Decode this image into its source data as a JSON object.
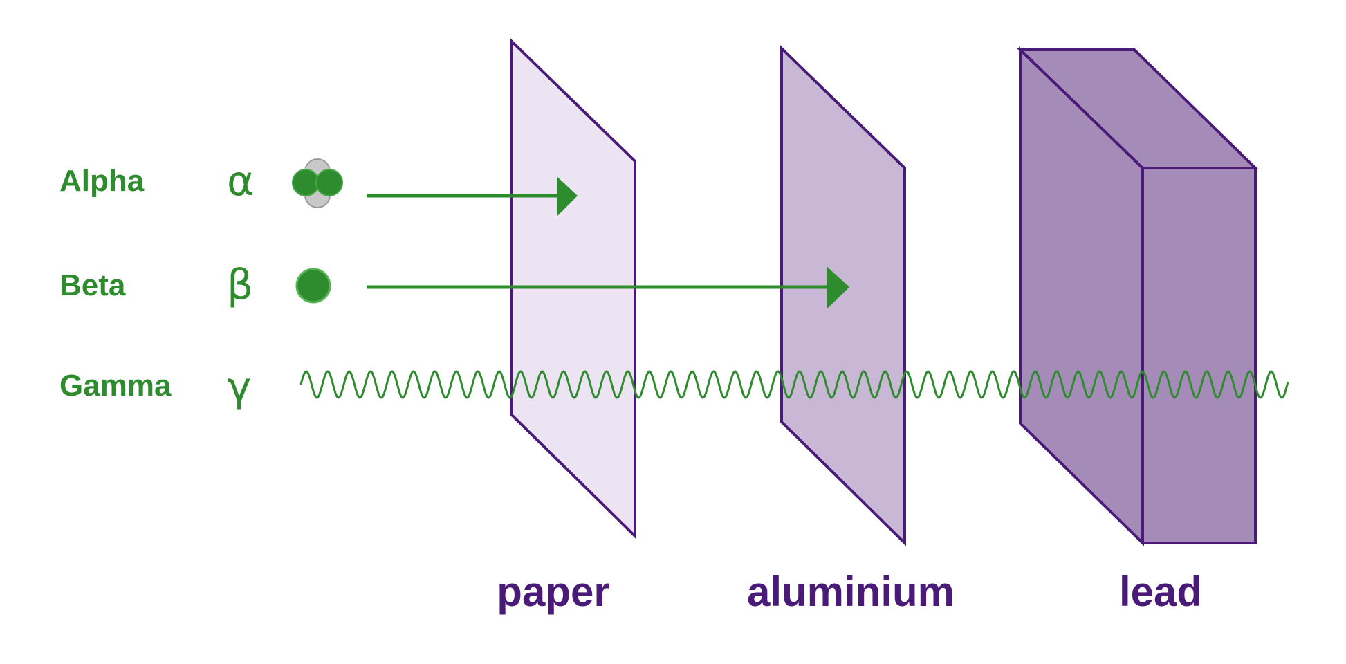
{
  "colors": {
    "green": "#2e8b2e",
    "purple_stroke": "#4a1a78",
    "paper_fill": "#ece4f2",
    "aluminium_fill": "#c9b7d6",
    "lead_fill": "#a58cb8",
    "lead_top_fill": "#a58cb8",
    "particle_gray": "#c8c8c8"
  },
  "radiation": [
    {
      "name": "Alpha",
      "symbol": "α",
      "particle": "alpha-particle",
      "stops_at": "paper"
    },
    {
      "name": "Beta",
      "symbol": "β",
      "particle": "electron",
      "stops_at": "aluminium"
    },
    {
      "name": "Gamma",
      "symbol": "γ",
      "particle": "wave",
      "stops_at": "none"
    }
  ],
  "materials": [
    {
      "name": "paper"
    },
    {
      "name": "aluminium"
    },
    {
      "name": "lead"
    }
  ]
}
